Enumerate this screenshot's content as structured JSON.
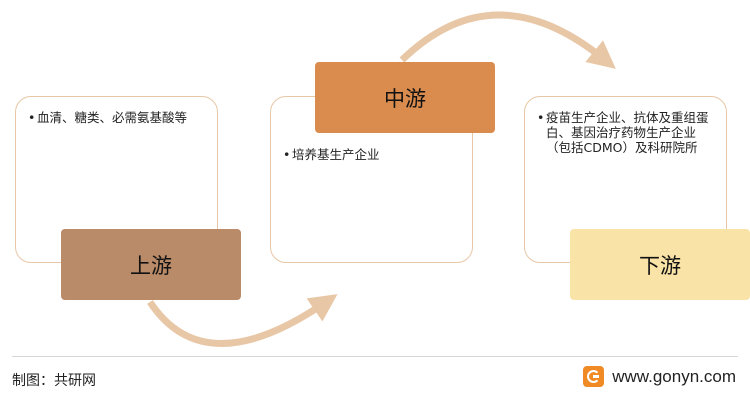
{
  "upstream": {
    "stage_label": "上游",
    "items": [
      "血清、糖类、必需氨基酸等"
    ],
    "color": "#b98b68"
  },
  "midstream": {
    "stage_label": "中游",
    "items": [
      "培养基生产企业"
    ],
    "color": "#d98c4d"
  },
  "downstream": {
    "stage_label": "下游",
    "items": [
      "疫苗生产企业、抗体及重组蛋白、基因治疗药物生产企业（包括CDMO）及科研院所"
    ],
    "color": "#fae3a7"
  },
  "footer": {
    "source_label": "制图：共研网",
    "website": "www.gonyn.com"
  },
  "colors": {
    "card_border": "#e8c7a6",
    "arrow": "#e8c7a6",
    "logo": "#f08a24"
  },
  "icons": {
    "logo": "gonyn-logo-icon"
  }
}
